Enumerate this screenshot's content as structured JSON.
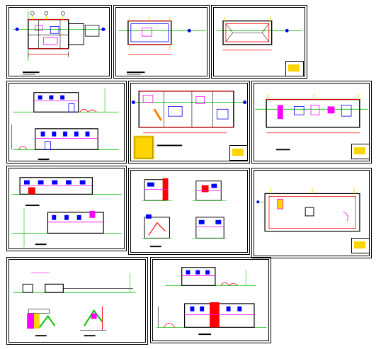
{
  "drawing_set": {
    "sheets": [
      {
        "id": "s1",
        "view": "ground-floor-plan"
      },
      {
        "id": "s2",
        "view": "first-floor-plan"
      },
      {
        "id": "s3",
        "view": "roof-plan"
      },
      {
        "id": "s4",
        "view": "elevations-front-rear"
      },
      {
        "id": "s5",
        "view": "detailed-floor-plan-with-schedule"
      },
      {
        "id": "s6",
        "view": "furniture-layout-plan"
      },
      {
        "id": "s7",
        "view": "elevations-and-section"
      },
      {
        "id": "s8",
        "view": "four-sections"
      },
      {
        "id": "s9",
        "view": "site-plan"
      },
      {
        "id": "s10",
        "view": "side-elevation-and-stair-details"
      },
      {
        "id": "s11",
        "view": "front-elevations"
      }
    ],
    "colors": {
      "line": "#000000",
      "red": "#ff0000",
      "blue": "#0000ff",
      "magenta": "#ff00ff",
      "green": "#00c000",
      "cyan": "#00c8ff",
      "yellow": "#ffd400",
      "orange": "#ff8000"
    }
  }
}
